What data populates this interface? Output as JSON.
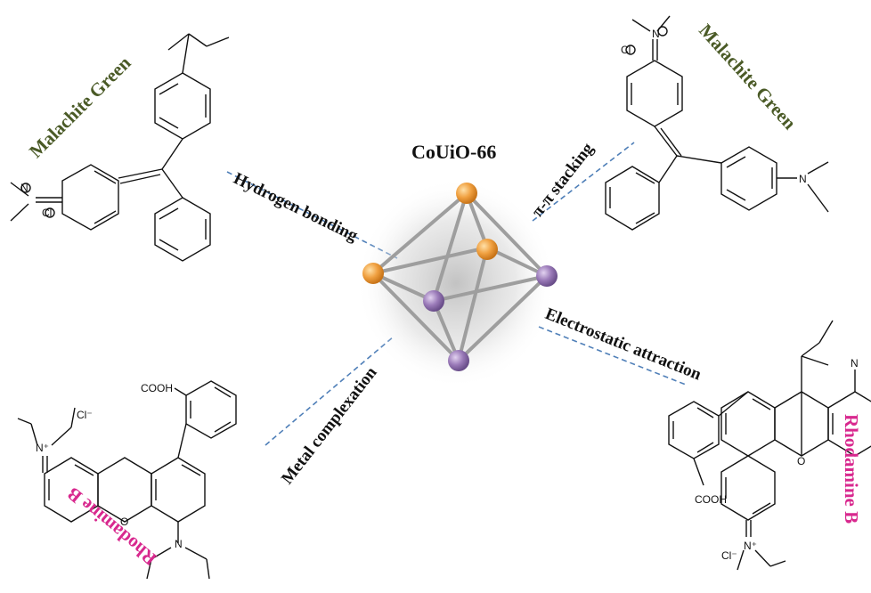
{
  "center": {
    "title": "CoUiO-66"
  },
  "mechanisms": {
    "hydrogen_bonding": "Hydrogen bonding",
    "pi_stacking": "π-π stacking",
    "metal_complexation": "Metal complexation",
    "electrostatic": "Electrostatic attraction"
  },
  "dyes": {
    "malachite_green": "Malachite Green",
    "rhodamine_b": "Rhodamine B"
  },
  "atoms": {
    "cl_minus": "Cl⁻",
    "cl_circle": "Cl",
    "cooh": "COOH",
    "n_plus": "N⁺",
    "n": "N",
    "o": "O"
  },
  "colors": {
    "malachite_green": "#4a5a26",
    "rhodamine_b": "#d8288e",
    "node_orange": "#f0a040",
    "node_purple": "#9a7ab8",
    "dashed_line": "#4f7fb8"
  }
}
